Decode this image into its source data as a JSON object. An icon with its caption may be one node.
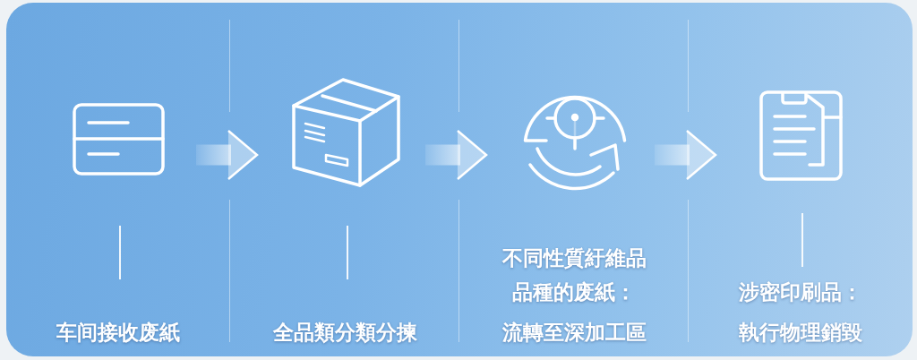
{
  "diagram": {
    "nodes": [
      {
        "text": [
          "车间接收废紙"
        ]
      },
      {
        "text": [
          "全品類分類分揀"
        ]
      },
      {
        "text": [
          "不同性質紆維品品種的废紙：",
          "流轉至深加工區"
        ]
      },
      {
        "text": [
          "涉密印刷品：",
          "執行物理銷毀"
        ]
      }
    ],
    "edges": [
      {
        "from": 0,
        "to": 1,
        "arrow": "to"
      },
      {
        "from": 1,
        "to": 2,
        "arrow": "to"
      },
      {
        "from": 2,
        "to": 3,
        "arrow": "to"
      }
    ]
  }
}
